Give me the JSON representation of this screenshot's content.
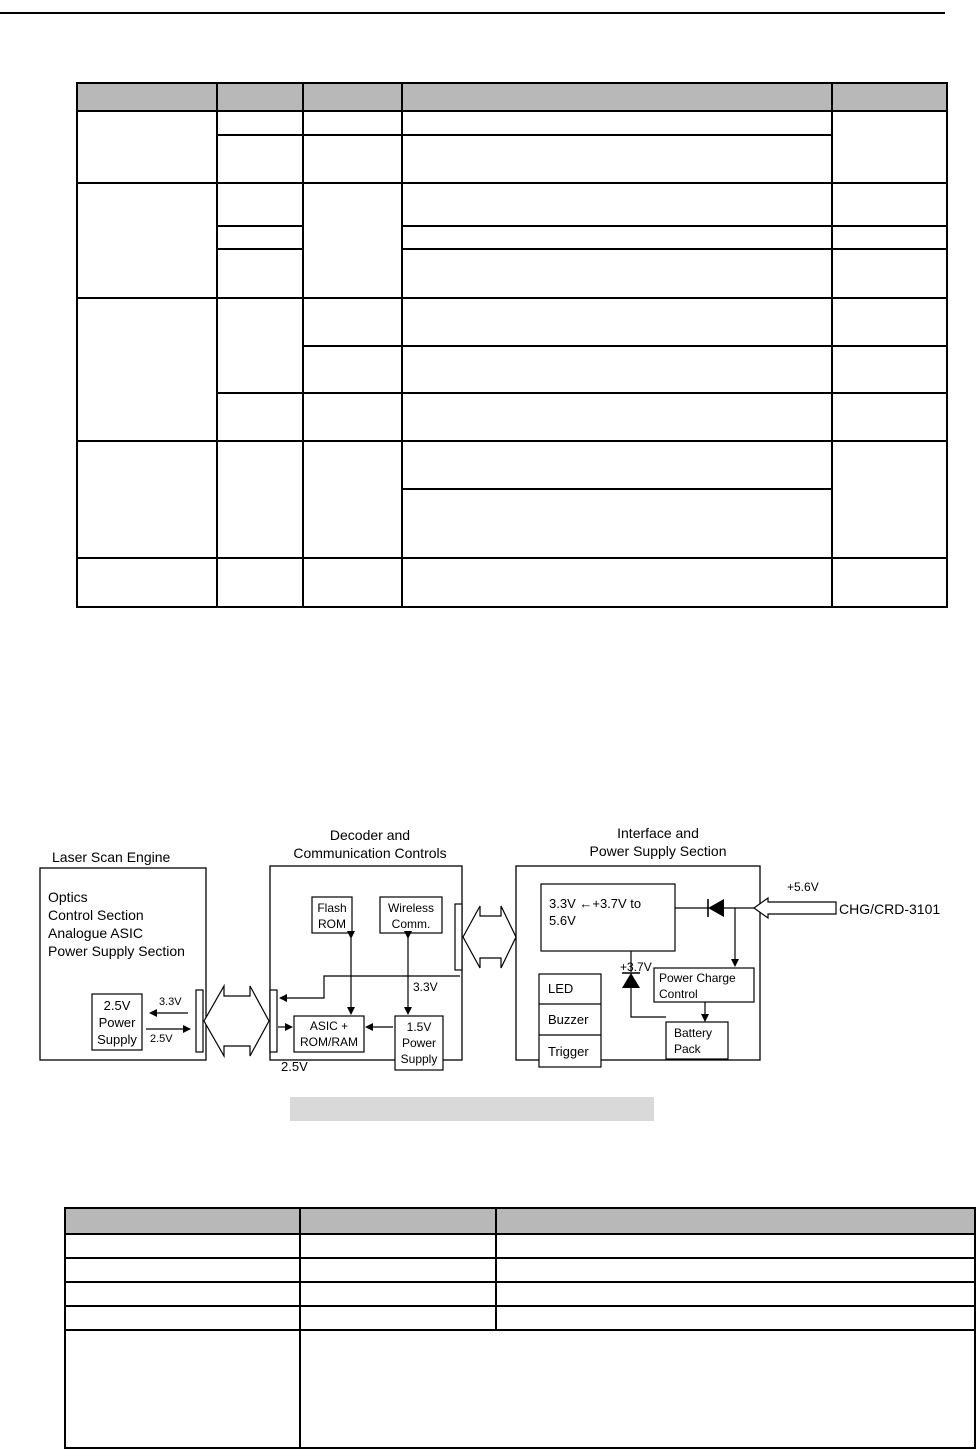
{
  "table_top": {
    "rows": 12,
    "columns": 5,
    "header_row": true
  },
  "block_diagram": {
    "laser_scan_engine": {
      "title": "Laser Scan Engine",
      "contents": [
        "Optics",
        "Control Section",
        "Analogue ASIC",
        "Power Supply Section"
      ],
      "power_supply": [
        "2.5V",
        "Power",
        "Supply"
      ],
      "label_3_3v": "3.3V",
      "label_2_5v": "2.5V"
    },
    "decoder": {
      "title_line1": "Decoder and",
      "title_line2": "Communication Controls",
      "flash_rom": [
        "Flash",
        "ROM"
      ],
      "wireless": [
        "Wireless",
        "Comm."
      ],
      "asic": [
        "ASIC +",
        "ROM/RAM"
      ],
      "power_supply": [
        "1.5V",
        "Power",
        "Supply"
      ],
      "label_3_3v": "3.3V",
      "label_2_5v": "2.5V"
    },
    "interface": {
      "title_line1": "Interface and",
      "title_line2": "Power Supply Section",
      "converter": [
        "3.3V ←+3.7V to",
        "5.6V"
      ],
      "led": "LED",
      "buzzer": "Buzzer",
      "trigger": "Trigger",
      "power_charge": [
        "Power Charge",
        "Control"
      ],
      "battery": [
        "Battery",
        "Pack"
      ],
      "label_3_7v": "+3.7V",
      "label_5_6v": "+5.6V"
    },
    "external_input": "CHG/CRD-3101"
  },
  "table_bottom": {
    "rows": 6,
    "columns": 3,
    "header_row": true
  }
}
